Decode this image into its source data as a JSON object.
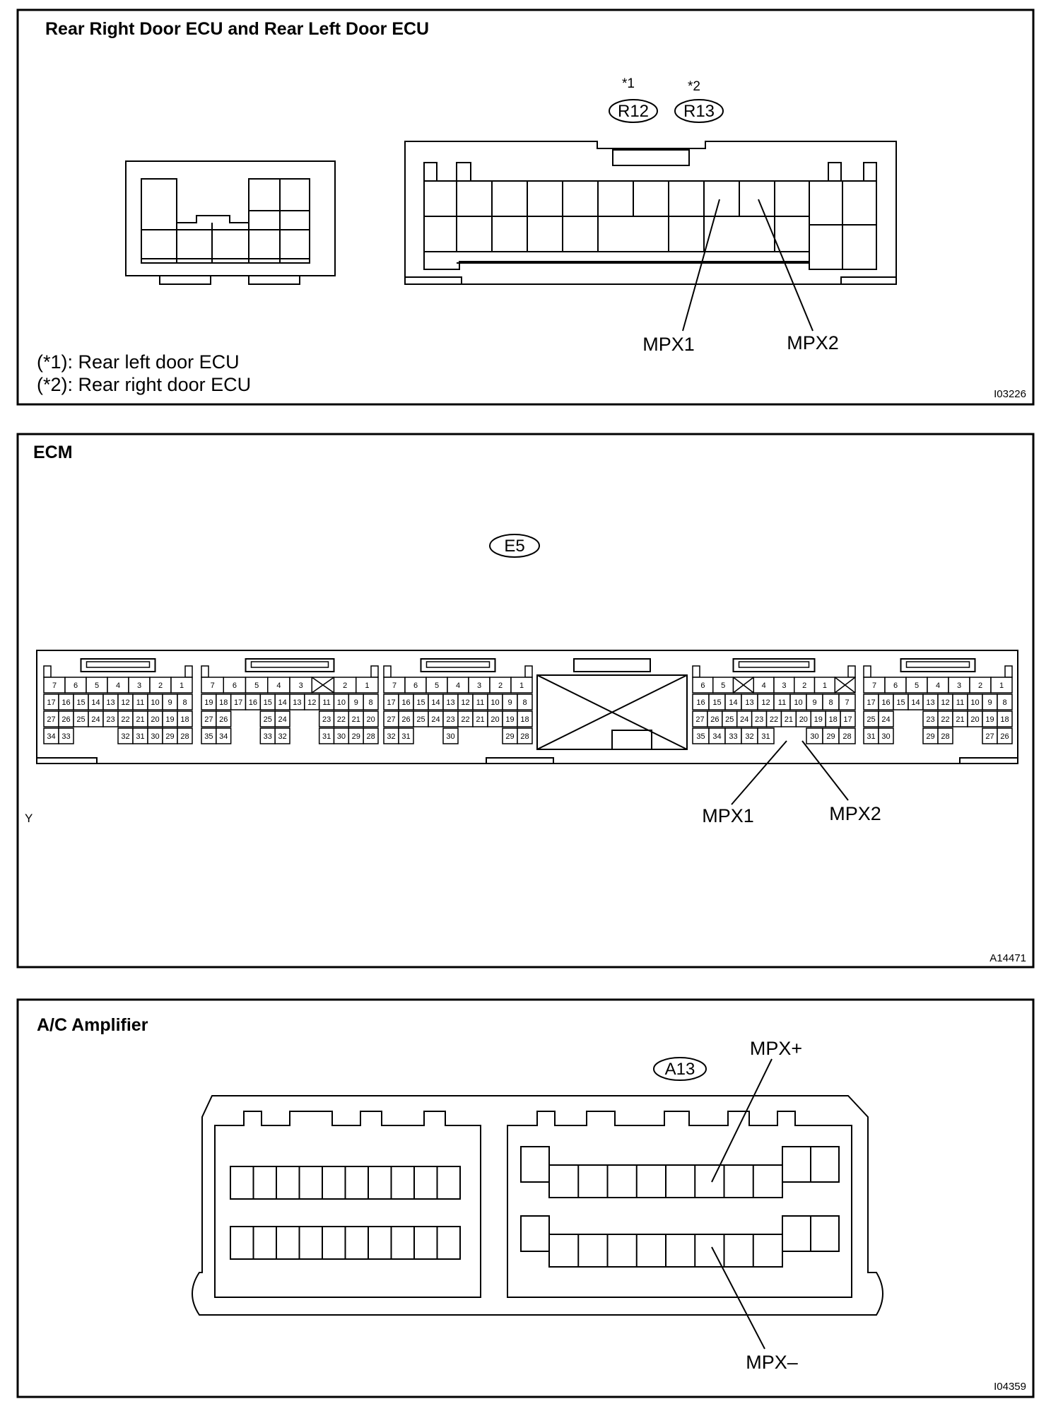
{
  "panels": [
    {
      "title": "Rear Right Door ECU and Rear Left Door ECU",
      "code": "I03226",
      "connectors": [
        {
          "note": "*1",
          "label": "R12"
        },
        {
          "note": "*2",
          "label": "R13"
        }
      ],
      "pins": [
        "MPX1",
        "MPX2"
      ],
      "footnotes": [
        "(*1): Rear left door ECU",
        "(*2): Rear right door ECU"
      ]
    },
    {
      "title": "ECM",
      "code": "A14471",
      "connector": "E5",
      "pins": [
        "MPX1",
        "MPX2"
      ],
      "side_mark": "Y",
      "ecm_blocks": [
        {
          "rows": [
            [
              "7",
              "6",
              "5",
              "4",
              "3",
              "2",
              "1"
            ],
            [
              "17",
              "16",
              "15",
              "14",
              "13",
              "12",
              "11",
              "10",
              "9",
              "8"
            ],
            [
              "27",
              "26",
              "25",
              "24",
              "23",
              "22",
              "21",
              "20",
              "19",
              "18"
            ],
            [
              "34",
              "33",
              "",
              "",
              "",
              "32",
              "31",
              "30",
              "29",
              "28"
            ]
          ]
        },
        {
          "rows": [
            [
              "7",
              "6",
              "5",
              "4",
              "3",
              "X",
              "2",
              "1"
            ],
            [
              "19",
              "18",
              "17",
              "16",
              "15",
              "14",
              "13",
              "12",
              "11",
              "10",
              "9",
              "8"
            ],
            [
              "27",
              "26",
              "",
              "",
              "25",
              "24",
              "",
              "",
              "23",
              "22",
              "21",
              "20"
            ],
            [
              "35",
              "34",
              "",
              "",
              "33",
              "32",
              "",
              "",
              "31",
              "30",
              "29",
              "28"
            ]
          ]
        },
        {
          "rows": [
            [
              "7",
              "6",
              "5",
              "4",
              "3",
              "2",
              "1"
            ],
            [
              "17",
              "16",
              "15",
              "14",
              "13",
              "12",
              "11",
              "10",
              "9",
              "8"
            ],
            [
              "27",
              "26",
              "25",
              "24",
              "23",
              "22",
              "21",
              "20",
              "19",
              "18"
            ],
            [
              "32",
              "31",
              "",
              "",
              "30",
              "",
              "",
              "",
              "29",
              "28"
            ]
          ]
        },
        {
          "rows": [
            [
              "6",
              "5",
              "X",
              "4",
              "3",
              "2",
              "1",
              "X"
            ],
            [
              "16",
              "15",
              "14",
              "13",
              "12",
              "11",
              "10",
              "9",
              "8",
              "7"
            ],
            [
              "27",
              "26",
              "25",
              "24",
              "23",
              "22",
              "21",
              "20",
              "19",
              "18",
              "17"
            ],
            [
              "35",
              "34",
              "33",
              "32",
              "31",
              "",
              "",
              "30",
              "29",
              "28"
            ]
          ]
        },
        {
          "rows": [
            [
              "7",
              "6",
              "5",
              "4",
              "3",
              "2",
              "1"
            ],
            [
              "17",
              "16",
              "15",
              "14",
              "13",
              "12",
              "11",
              "10",
              "9",
              "8"
            ],
            [
              "25",
              "24",
              "",
              "",
              "23",
              "22",
              "21",
              "20",
              "19",
              "18"
            ],
            [
              "31",
              "30",
              "",
              "",
              "29",
              "28",
              "",
              "",
              "27",
              "26"
            ]
          ]
        }
      ]
    },
    {
      "title": "A/C Amplifier",
      "code": "I04359",
      "connector": "A13",
      "pins": [
        "MPX+",
        "MPX–"
      ]
    }
  ]
}
